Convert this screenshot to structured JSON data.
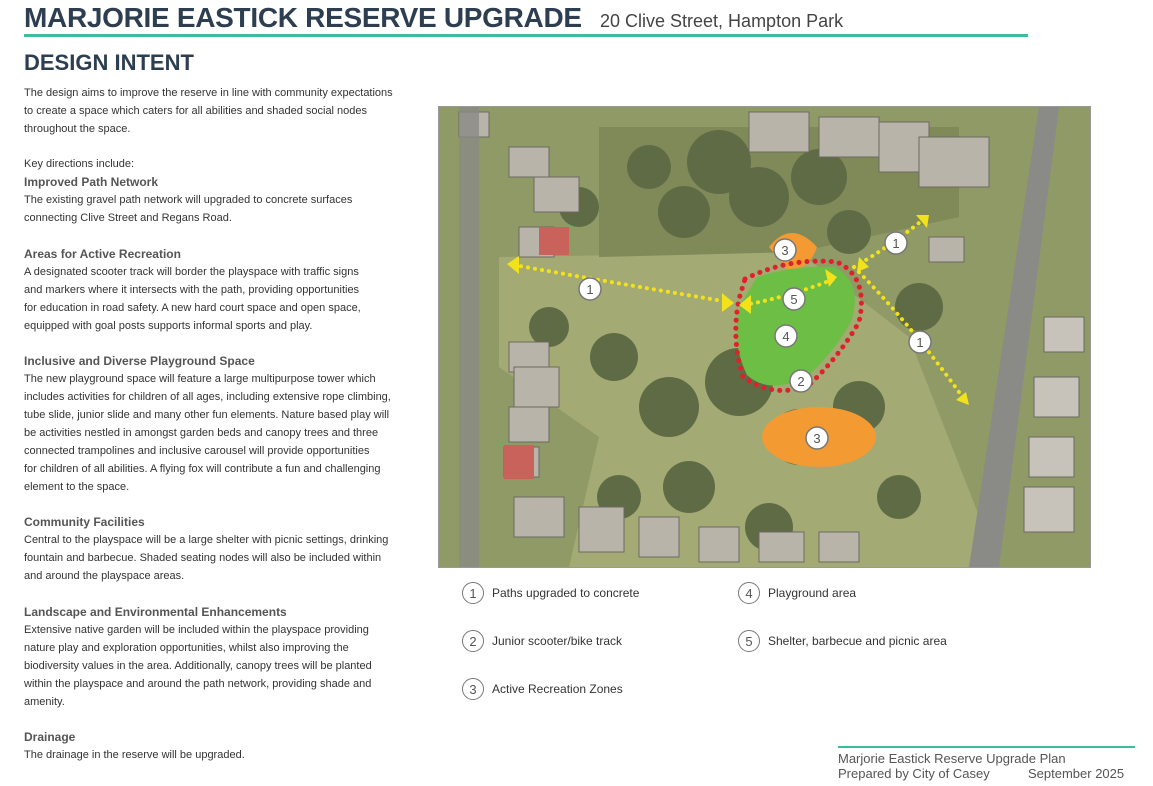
{
  "header": {
    "title": "MARJORIE EASTICK RESERVE UPGRADE",
    "address": "20 Clive Street, Hampton Park"
  },
  "section_title": "DESIGN INTENT",
  "intro": {
    "lines": [
      "The design aims to improve the reserve in line with community expectations",
      "to create a space which caters for all abilities and shaded social nodes",
      "throughout the space."
    ]
  },
  "key_directions": "Key directions include:",
  "sections": [
    {
      "heading": "Improved Path Network",
      "lines": [
        "The existing gravel path network will upgraded to concrete surfaces",
        "connecting Clive Street and Regans Road."
      ]
    },
    {
      "heading": "Areas for Active Recreation",
      "lines": [
        "A designated scooter track will border the playspace with traffic signs",
        "and markers where it intersects with the path, providing opportunities",
        "for education in road safety.   A new hard court space and open space,",
        "equipped with goal posts supports informal sports and play."
      ]
    },
    {
      "heading": "Inclusive and Diverse Playground Space",
      "lines": [
        "The new playground space will feature a large multipurpose tower which",
        "includes activities for children of all ages, including extensive rope climbing,",
        "tube slide, junior slide and many other fun elements.  Nature based play will",
        "be activities nestled in amongst garden beds and canopy trees and three",
        "connected trampolines and inclusive carousel will provide opportunities",
        "for children of all abilities.  A flying fox will contribute a fun and challenging",
        "element to the space."
      ]
    },
    {
      "heading": "Community Facilities",
      "lines": [
        "Central to the playspace will be a large shelter with picnic settings, drinking",
        "fountain and barbecue.  Shaded seating nodes will also be included within",
        "and around the playspace areas."
      ]
    },
    {
      "heading": "Landscape and Environmental Enhancements",
      "lines": [
        "Extensive native garden will be included within the playspace providing",
        "nature play and exploration opportunities, whilst also improving the",
        "biodiversity values in the area.  Additionally, canopy trees will be planted",
        "within the playspace and around the path network, providing shade and",
        "amenity."
      ]
    },
    {
      "heading": "Drainage",
      "lines": [
        "The drainage in the reserve will be upgraded."
      ]
    }
  ],
  "map": {
    "markers": [
      "1",
      "1",
      "1",
      "2",
      "3",
      "3",
      "4",
      "5"
    ],
    "colors": {
      "playground": "#6dbe45",
      "active_zone": "#f39a33",
      "path_arrows": "#f2e21a",
      "scooter_track": "#e0202a",
      "grass": "#9aa36a"
    }
  },
  "legend": [
    {
      "num": "1",
      "label": "Paths upgraded to concrete"
    },
    {
      "num": "2",
      "label": "Junior scooter/bike track"
    },
    {
      "num": "3",
      "label": "Active Recreation Zones"
    },
    {
      "num": "4",
      "label": "Playground area"
    },
    {
      "num": "5",
      "label": "Shelter, barbecue and picnic area"
    }
  ],
  "footer": {
    "plan_name": "Marjorie Eastick Reserve Upgrade Plan",
    "prepared_by": "Prepared by City of Casey",
    "date": "September 2025"
  }
}
